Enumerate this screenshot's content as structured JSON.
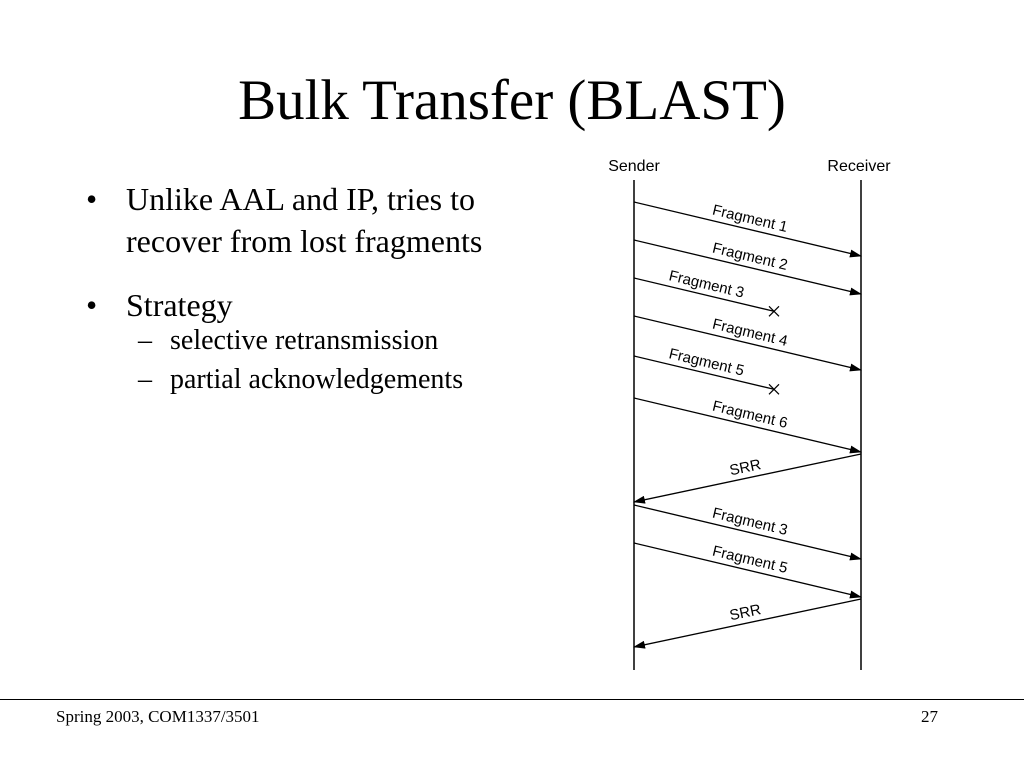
{
  "slide": {
    "title": "Bulk Transfer (BLAST)",
    "bullets": [
      {
        "text": "Unlike AAL and IP, tries to recover from lost fragments",
        "sub": []
      },
      {
        "text": "Strategy",
        "sub": [
          "selective retransmission",
          "partial acknowledgements"
        ]
      }
    ]
  },
  "diagram": {
    "sender_label": "Sender",
    "receiver_label": "Receiver",
    "messages": [
      {
        "label": "Fragment 1",
        "direction": "to_receiver",
        "lost": false
      },
      {
        "label": "Fragment 2",
        "direction": "to_receiver",
        "lost": false
      },
      {
        "label": "Fragment 3",
        "direction": "to_receiver",
        "lost": true
      },
      {
        "label": "Fragment 4",
        "direction": "to_receiver",
        "lost": false
      },
      {
        "label": "Fragment 5",
        "direction": "to_receiver",
        "lost": true
      },
      {
        "label": "Fragment 6",
        "direction": "to_receiver",
        "lost": false
      },
      {
        "label": "SRR",
        "direction": "to_sender",
        "lost": false
      },
      {
        "label": "Fragment 3",
        "direction": "to_receiver",
        "lost": false
      },
      {
        "label": "Fragment 5",
        "direction": "to_receiver",
        "lost": false
      },
      {
        "label": "SRR",
        "direction": "to_sender",
        "lost": false
      }
    ]
  },
  "footer": {
    "left": "Spring 2003, COM1337/3501",
    "page": "27"
  }
}
